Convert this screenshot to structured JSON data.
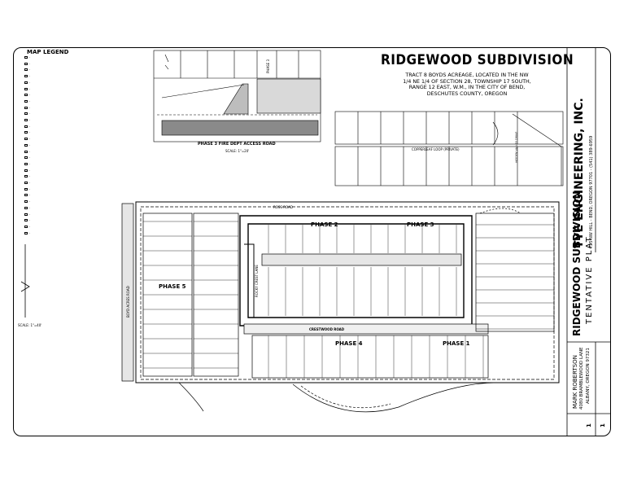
{
  "legend": {
    "title": "MAP LEGEND",
    "items": [
      "-",
      "-",
      "-",
      "-",
      "-",
      "-",
      "-",
      "-",
      "-",
      "-",
      "-",
      "-",
      "-",
      "-",
      "-",
      "-",
      "-",
      "-",
      "-",
      "-",
      "-",
      "-",
      "-",
      "-",
      "-",
      "-",
      "-",
      "-",
      "-"
    ]
  },
  "detail": {
    "caption": "PHASE 3 FIRE DEPT ACCESS ROAD",
    "scale": "SCALE: 1\"=20'",
    "phase_label": "PHASE 3"
  },
  "title_block": {
    "title": "RIDGEWOOD SUBDIVISION",
    "description": "TRACT 8 BOYDS ACREAGE, LOCATED IN THE NW 1/4 NE 1/4 OF SECTION 28, TOWNSHIP 17 SOUTH, RANGE 12 EAST, W.M., IN THE CITY OF BEND, DESCHUTES COUNTY, OREGON"
  },
  "side_block": {
    "firm": "TYE ENGINEERING, INC.",
    "firm_address": "725 NW HILL - BEND, OREGON 97701 - (541) 389-6959",
    "project": "RIDGEWOOD SUBDIVISION",
    "sheet_type": "TENTATIVE PLAT",
    "owner": "MARK ROBERTSON",
    "owner_address1": "4080 BRAMBLEWOOD LANE",
    "owner_address2": "ALBANY, OREGON 97321",
    "sheet_num": "1",
    "sheet_of": "1"
  },
  "plan": {
    "road_left": "BOYD ACRES ROAD",
    "road_mid": "ROCKY CREST LANE",
    "road_bottom": "CRESTWOOD ROAD",
    "road_top": "ROSS ROAD",
    "loop": "COPPERLEAF LOOP (PRIVATE)",
    "right_drive": "HIDDEN VALLEY DRIVE",
    "phases": [
      "PHASE 1",
      "PHASE 2",
      "PHASE 3",
      "PHASE 4",
      "PHASE 5"
    ],
    "north_scale": "SCALE: 1\"=40'"
  },
  "colors": {
    "ink": "#000000",
    "paper": "#ffffff",
    "hatch": "#6e6e6e",
    "light": "#cfcfcf"
  }
}
